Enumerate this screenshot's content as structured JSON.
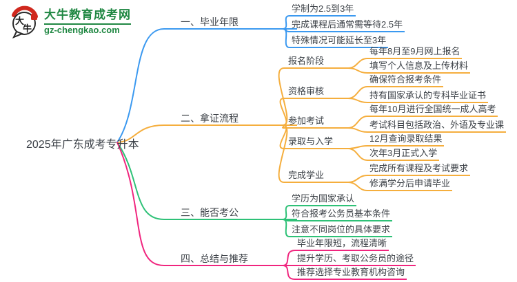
{
  "logo": {
    "site_name": "大牛教育成考网",
    "site_url": "gz-chengkao.com",
    "icon_text": "大牛"
  },
  "colors": {
    "branch_1_blue": "#3b99f0",
    "branch_2_orange": "#f5ae3d",
    "branch_3_green": "#2ec177",
    "branch_4_pink": "#f0257e",
    "logo_green": "#1f8742",
    "logo_red": "#d0281e",
    "text": "#3c4147"
  },
  "mindmap": {
    "central_topic": "2025年广东成考专升本",
    "branches": [
      {
        "label": "一、毕业年限",
        "children": [
          {
            "label": "学制为2.5到3年"
          },
          {
            "label": "完成课程后通常需等待2.5年"
          },
          {
            "label": "特殊情况可能延长至3年"
          }
        ]
      },
      {
        "label": "二、拿证流程",
        "children": [
          {
            "label": "报名阶段",
            "children": [
              {
                "label": "每年8月至9月网上报名"
              },
              {
                "label": "填写个人信息及上传材料"
              }
            ]
          },
          {
            "label": "资格审核",
            "children": [
              {
                "label": "确保符合报考条件"
              },
              {
                "label": "持有国家承认的专科毕业证书"
              }
            ]
          },
          {
            "label": "参加考试",
            "children": [
              {
                "label": "每年10月进行全国统一成人高考"
              },
              {
                "label": "考试科目包括政治、外语及专业课"
              }
            ]
          },
          {
            "label": "录取与入学",
            "children": [
              {
                "label": "12月查询录取结果"
              },
              {
                "label": "次年3月正式入学"
              }
            ]
          },
          {
            "label": "完成学业",
            "children": [
              {
                "label": "完成所有课程及考试要求"
              },
              {
                "label": "修满学分后申请毕业"
              }
            ]
          }
        ]
      },
      {
        "label": "三、能否考公",
        "children": [
          {
            "label": "学历为国家承认"
          },
          {
            "label": "符合报考公务员基本条件"
          },
          {
            "label": "注意不同岗位的具体要求"
          }
        ]
      },
      {
        "label": "四、总结与推荐",
        "children": [
          {
            "label": "毕业年限短，流程清晰"
          },
          {
            "label": "提升学历、考取公务员的途径"
          },
          {
            "label": "推荐选择专业教育机构咨询"
          }
        ]
      }
    ]
  }
}
